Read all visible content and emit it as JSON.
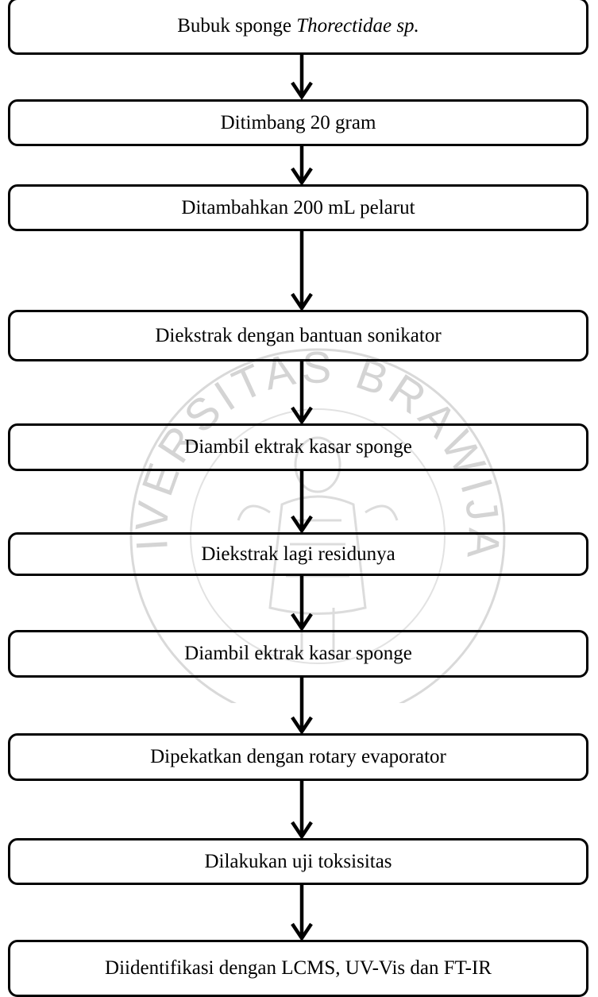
{
  "flowchart": {
    "steps": [
      {
        "text": "Bubuk sponge ",
        "italic": "Thorectidae sp."
      },
      {
        "text": "Ditimbang 20 gram"
      },
      {
        "text": "Ditambahkan 200 mL pelarut"
      },
      {
        "text": "Diekstrak dengan bantuan sonikator"
      },
      {
        "text": "Diambil ektrak kasar sponge"
      },
      {
        "text": "Diekstrak lagi residunya"
      },
      {
        "text": "Diambil ektrak kasar sponge"
      },
      {
        "text": "Dipekatkan dengan rotary evaporator"
      },
      {
        "text": "Dilakukan uji toksisitas"
      },
      {
        "text": "Diidentifikasi dengan LCMS, UV-Vis dan FT-IR"
      }
    ]
  },
  "watermark": {
    "arc_text": "UNIVERSITAS BRAWIJAYA",
    "color": "#d4d4d4"
  }
}
